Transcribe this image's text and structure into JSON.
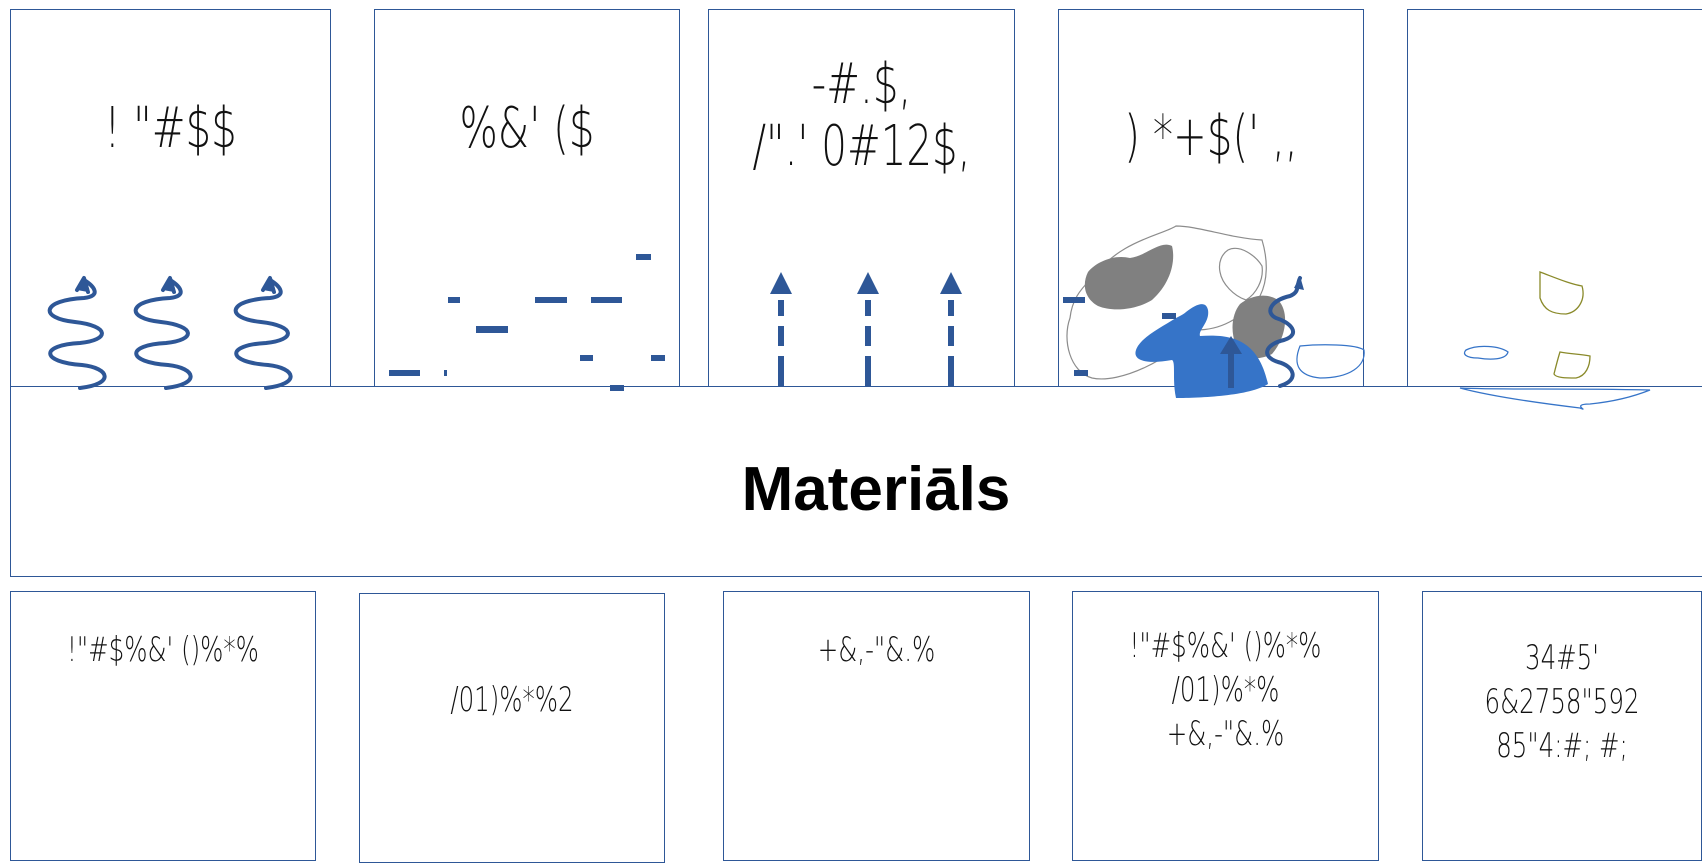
{
  "top_panels": [
    {
      "label": "! \"#$$"
    },
    {
      "label": "%&' ($"
    },
    {
      "label": "-#.$,\n/\".' 0#12$,"
    },
    {
      "label": ") *+$(' ,,"
    },
    {
      "label": ""
    }
  ],
  "band_title": "Materiāls",
  "bottom_panels": [
    {
      "label": "!\"#$%&' ()%*%"
    },
    {
      "label": "/01)%*%2"
    },
    {
      "label": "+&,-\"&.%"
    },
    {
      "label": "!\"#$%&' ()%*%\n/01)%*%\n+&,-\"&.%"
    },
    {
      "label": "34#5' 6&2758\"592\n85\"4:#; #;"
    }
  ],
  "colors": {
    "border": "#2e5797",
    "icon_blue": "#2e5797",
    "blob_blue": "#3674c8",
    "blob_gray": "#808080",
    "olive": "#8a8a2a"
  }
}
